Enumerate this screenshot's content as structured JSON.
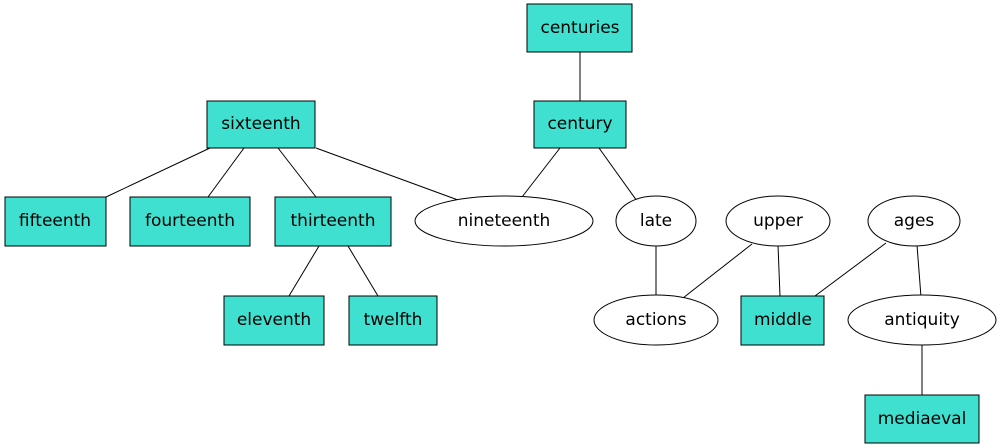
{
  "colors": {
    "box_fill": "#40e0d0",
    "ellipse_fill": "#ffffff",
    "stroke": "#000000"
  },
  "nodes": {
    "centuries": "centuries",
    "century": "century",
    "sixteenth": "sixteenth",
    "fifteenth": "fifteenth",
    "fourteenth": "fourteenth",
    "thirteenth": "thirteenth",
    "nineteenth": "nineteenth",
    "late": "late",
    "upper": "upper",
    "ages": "ages",
    "eleventh": "eleventh",
    "twelfth": "twelfth",
    "actions": "actions",
    "middle": "middle",
    "antiquity": "antiquity",
    "mediaeval": "mediaeval"
  },
  "edges": [
    [
      "centuries",
      "century"
    ],
    [
      "sixteenth",
      "fifteenth"
    ],
    [
      "sixteenth",
      "fourteenth"
    ],
    [
      "sixteenth",
      "thirteenth"
    ],
    [
      "sixteenth",
      "nineteenth"
    ],
    [
      "century",
      "nineteenth"
    ],
    [
      "century",
      "late"
    ],
    [
      "thirteenth",
      "eleventh"
    ],
    [
      "thirteenth",
      "twelfth"
    ],
    [
      "late",
      "actions"
    ],
    [
      "upper",
      "actions"
    ],
    [
      "upper",
      "middle"
    ],
    [
      "ages",
      "middle"
    ],
    [
      "ages",
      "antiquity"
    ],
    [
      "antiquity",
      "mediaeval"
    ]
  ]
}
